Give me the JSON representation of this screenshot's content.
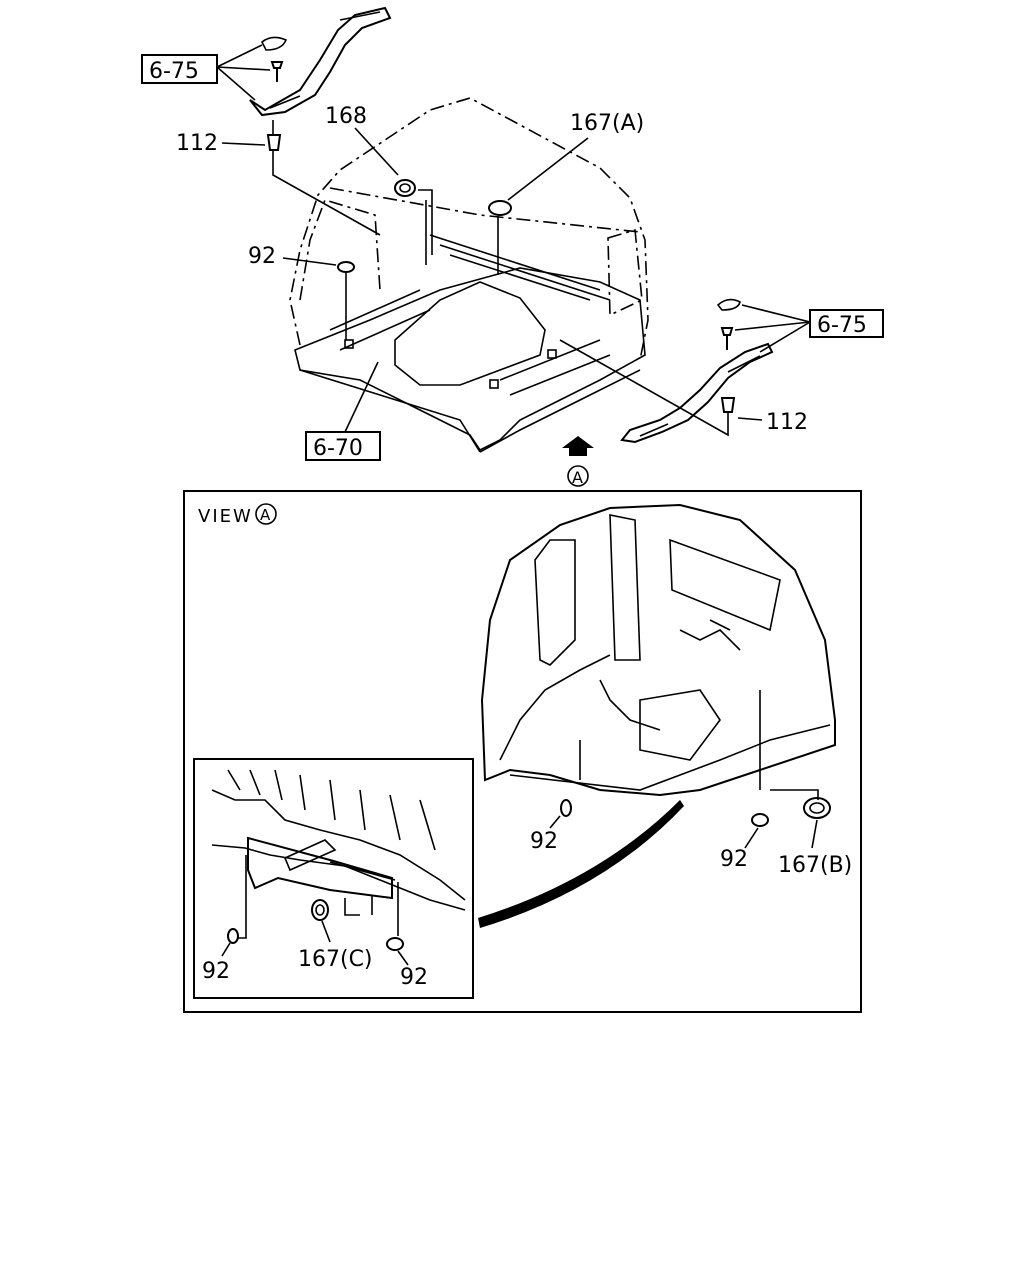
{
  "refs": {
    "r675_top": "6-75",
    "r675_right": "6-75",
    "r670": "6-70"
  },
  "callouts": {
    "c112_left": "112",
    "c112_right": "112",
    "c168": "168",
    "c167a": "167(A)",
    "c92_top": "92",
    "c92_view_left": "92",
    "c92_view_right": "92",
    "c167b": "167(B)",
    "c92_inset_left": "92",
    "c167c": "167(C)",
    "c92_inset_right": "92"
  },
  "view": {
    "label": "VIEW",
    "marker": "A"
  },
  "arrow_marker": "A"
}
